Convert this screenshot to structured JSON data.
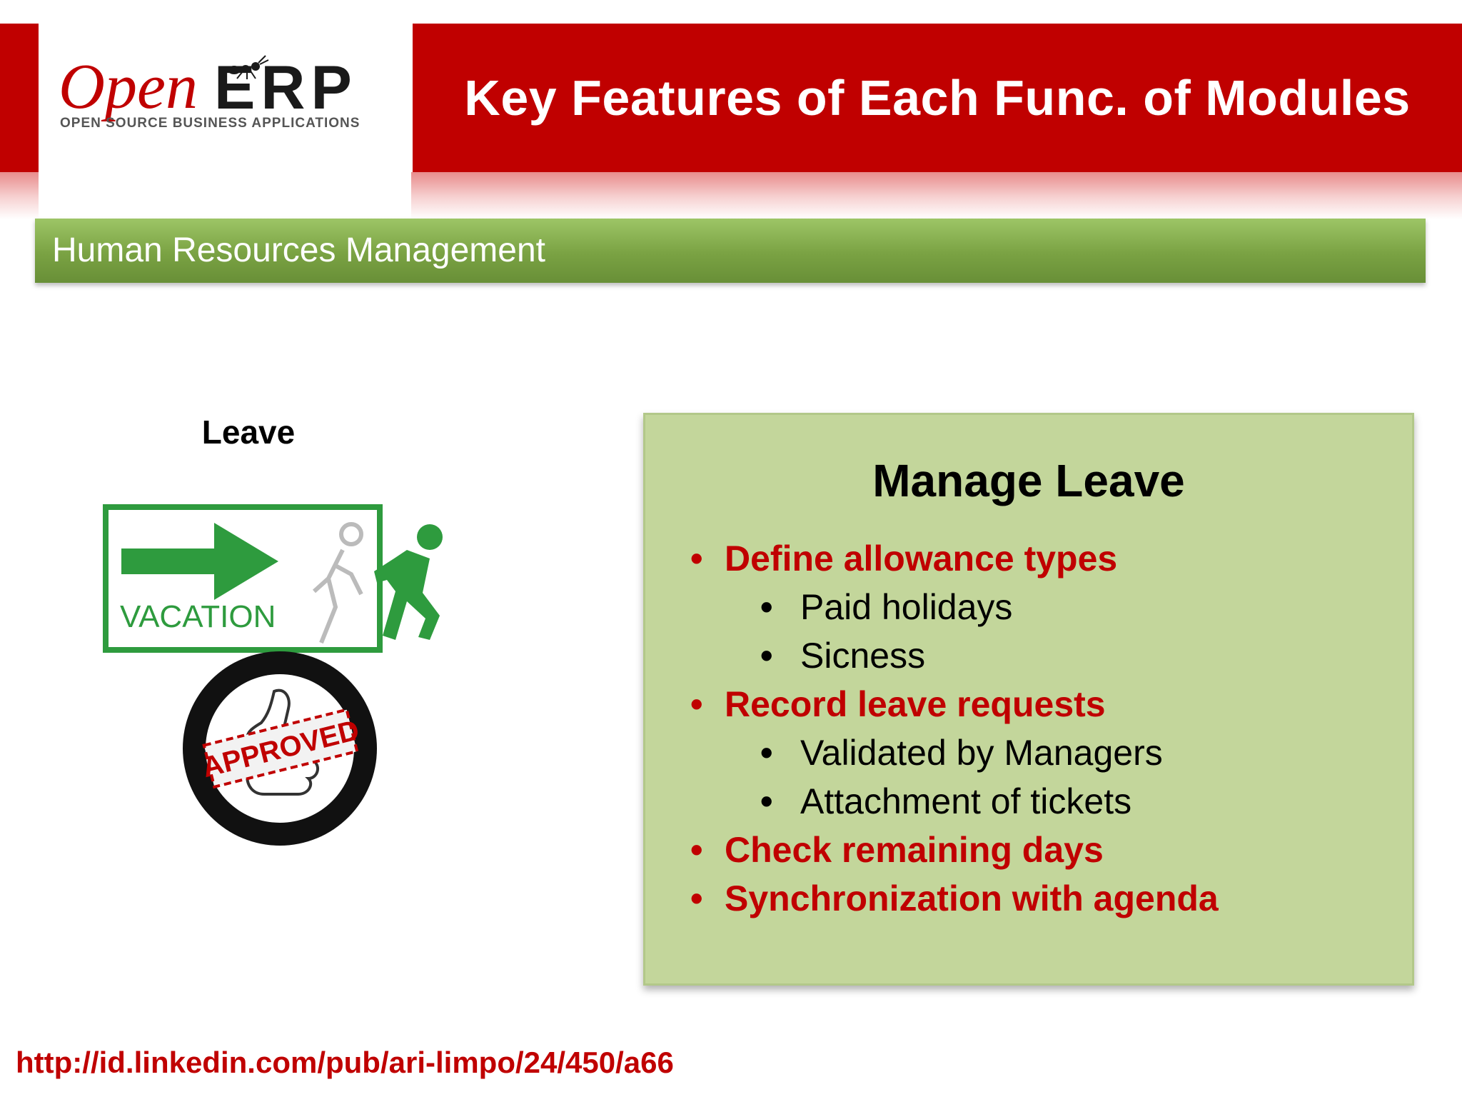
{
  "header": {
    "title": "Key Features of Each Func. of Modules",
    "brand_color": "#c00000"
  },
  "logo": {
    "open": "Open",
    "erp": "ERP",
    "tagline": "OPEN SOURCE BUSINESS APPLICATIONS"
  },
  "section": {
    "title": "Human Resources Management",
    "color": "#7aa243"
  },
  "illustration": {
    "label": "Leave",
    "sign_text": "VACATION",
    "stamp_text": "APPROVED"
  },
  "feature_box": {
    "title": "Manage Leave",
    "background": "#c3d69b",
    "items": [
      {
        "text": "Define allowance types",
        "level": 1
      },
      {
        "text": "Paid holidays",
        "level": 2
      },
      {
        "text": "Sicness",
        "level": 2
      },
      {
        "text": "Record leave requests",
        "level": 1
      },
      {
        "text": "Validated by Managers",
        "level": 2
      },
      {
        "text": "Attachment of tickets",
        "level": 2
      },
      {
        "text": "Check remaining days",
        "level": 1
      },
      {
        "text": "Synchronization with agenda",
        "level": 1
      }
    ],
    "bullet": "•"
  },
  "footer": {
    "url": "http://id.linkedin.com/pub/ari-limpo/24/450/a66"
  }
}
